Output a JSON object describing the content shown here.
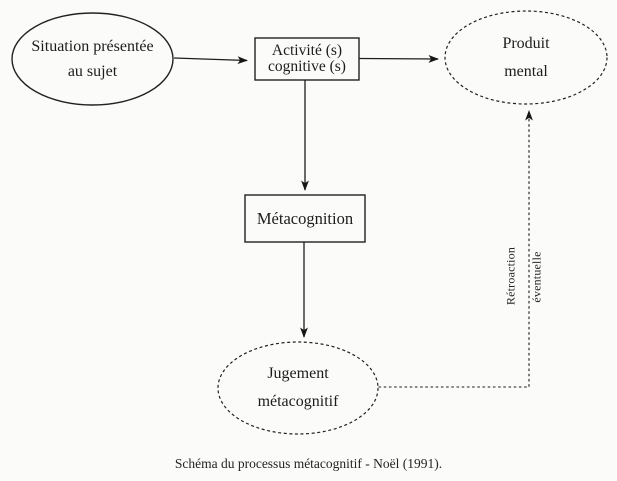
{
  "page": {
    "paper_color": "#fbfbf9",
    "ink_color": "#222220"
  },
  "nodes": {
    "situation": {
      "line1": "Situation présentée",
      "line2": "au sujet",
      "shape": "ellipse-solid"
    },
    "activite": {
      "line1": "Activité (s)",
      "line2": "cognitive (s)",
      "shape": "rect-solid"
    },
    "produit": {
      "line1": "Produit",
      "line2": "mental",
      "shape": "ellipse-dashed"
    },
    "metacognition": {
      "label": "Métacognition",
      "shape": "rect-solid"
    },
    "jugement": {
      "line1": "Jugement",
      "line2": "métacognitif",
      "shape": "ellipse-dashed"
    }
  },
  "feedback_label": {
    "line1": "Rétroaction",
    "line2": "éventuelle"
  },
  "caption": "Schéma du processus métacognitif - Noël (1991)."
}
